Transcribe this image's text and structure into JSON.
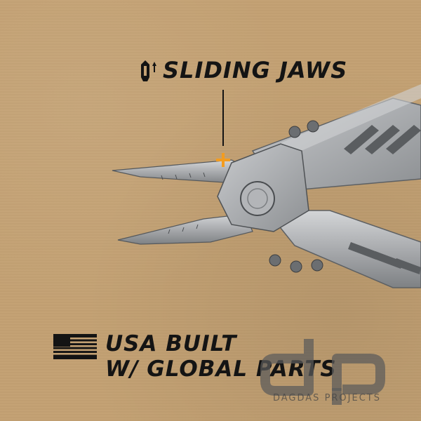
{
  "feature": {
    "label": "SLIDING JAWS",
    "icon": "sliding-jaws-icon",
    "marker_color": "#f39c1f"
  },
  "claim": {
    "icon": "us-flag-icon",
    "line1": "USA BUILT",
    "line2": "W/ GLOBAL PARTS"
  },
  "watermark": {
    "logo": "dp",
    "name": "DAGDAS PROJECTS"
  },
  "colors": {
    "background": "#c3a173",
    "text": "#141414",
    "accent": "#f39c1f",
    "steel": "#a7a9ab"
  }
}
